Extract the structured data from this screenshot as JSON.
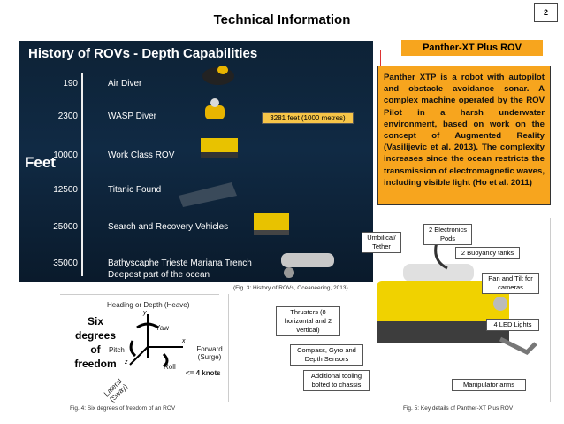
{
  "page_number": "2",
  "title": "Technical Information",
  "history_figure": {
    "title": "History of ROVs - Depth Capabilities",
    "axis_label": "Feet",
    "rows": [
      {
        "depth": "190",
        "label": "Air Diver"
      },
      {
        "depth": "2300",
        "label": "WASP Diver"
      },
      {
        "depth": "10000",
        "label": "Work Class ROV"
      },
      {
        "depth": "12500",
        "label": "Titanic Found"
      },
      {
        "depth": "25000",
        "label": "Search and Recovery Vehicles"
      },
      {
        "depth": "35000",
        "label": "Bathyscaphe Trieste Mariana Trench"
      }
    ],
    "extra_line": "Deepest part of the ocean",
    "callout": "3281 feet (1000 metres)",
    "caption": "(Fig. 3: History of ROVs, Oceaneering, 2013)"
  },
  "panther": {
    "heading": "Panther-XT Plus ROV",
    "text": "Panther XTP is a robot with autopilot and obstacle avoidance sonar. A complex machine operated by the ROV Pilot in a harsh underwater environment, based on work on the concept of Augmented Reality (Vasilijevic et al. 2013). The complexity increases since the ocean restricts the transmission of electromagnetic waves, including visible light (Ho et al. 2011)"
  },
  "dof_figure": {
    "big_label": "Six degrees of freedom",
    "heading": "Heading or Depth (Heave)",
    "yaw": "Yaw",
    "pitch": "Pitch",
    "forward": "Forward (Surge)",
    "roll": "Roll",
    "lateral": "Lateral (Sway)",
    "speed": "<= 4 knots",
    "axis_y": "y",
    "axis_x": "x",
    "axis_z": "z",
    "caption": "Fig. 4: Six degrees of freedom of an ROV"
  },
  "rov_figure": {
    "labels": {
      "umbilical": "Umbilical/ Tether",
      "electronics": "2 Electronics Pods",
      "buoyancy": "2 Buoyancy tanks",
      "pan_tilt": "Pan and Tilt for cameras",
      "thrusters": "Thrusters (8 horizontal and 2 vertical)",
      "lights": "4 LED Lights",
      "compass": "Compass, Gyro and Depth Sensors",
      "tooling": "Additional tooling bolted to chassis",
      "manipulator": "Manipulator arms"
    },
    "caption": "Fig. 5: Key details of Panther-XT Plus ROV"
  },
  "colors": {
    "accent": "#f7a51e",
    "callout": "#f7c548",
    "guide_line": "#dd3333"
  }
}
